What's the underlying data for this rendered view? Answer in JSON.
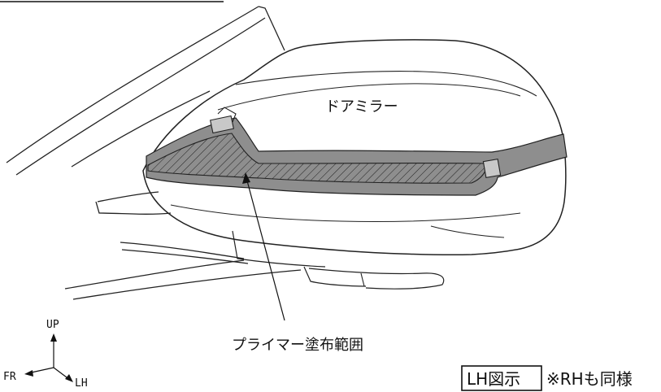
{
  "labels": {
    "part": "ドアミラー",
    "primer": "プライマー塗布範囲",
    "view_box": "LH図示",
    "view_note": "※RHも同様"
  },
  "axes": {
    "up": "UP",
    "fr": "FR",
    "lh": "LH"
  }
}
